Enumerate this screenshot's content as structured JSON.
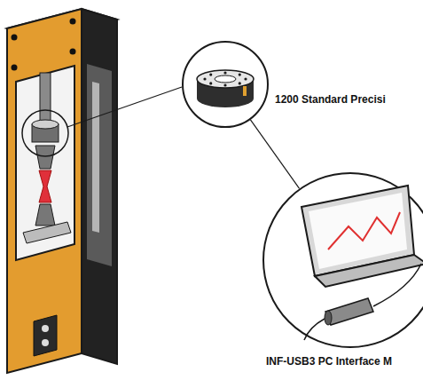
{
  "diagram": {
    "nodes": [
      {
        "text": [
          "1200 Standard Precisi"
        ]
      },
      {
        "text": [
          "INF-USB3 PC Interface M"
        ]
      }
    ],
    "edges": [
      {
        "from": 0,
        "to": 1,
        "arrow": "none"
      }
    ]
  }
}
